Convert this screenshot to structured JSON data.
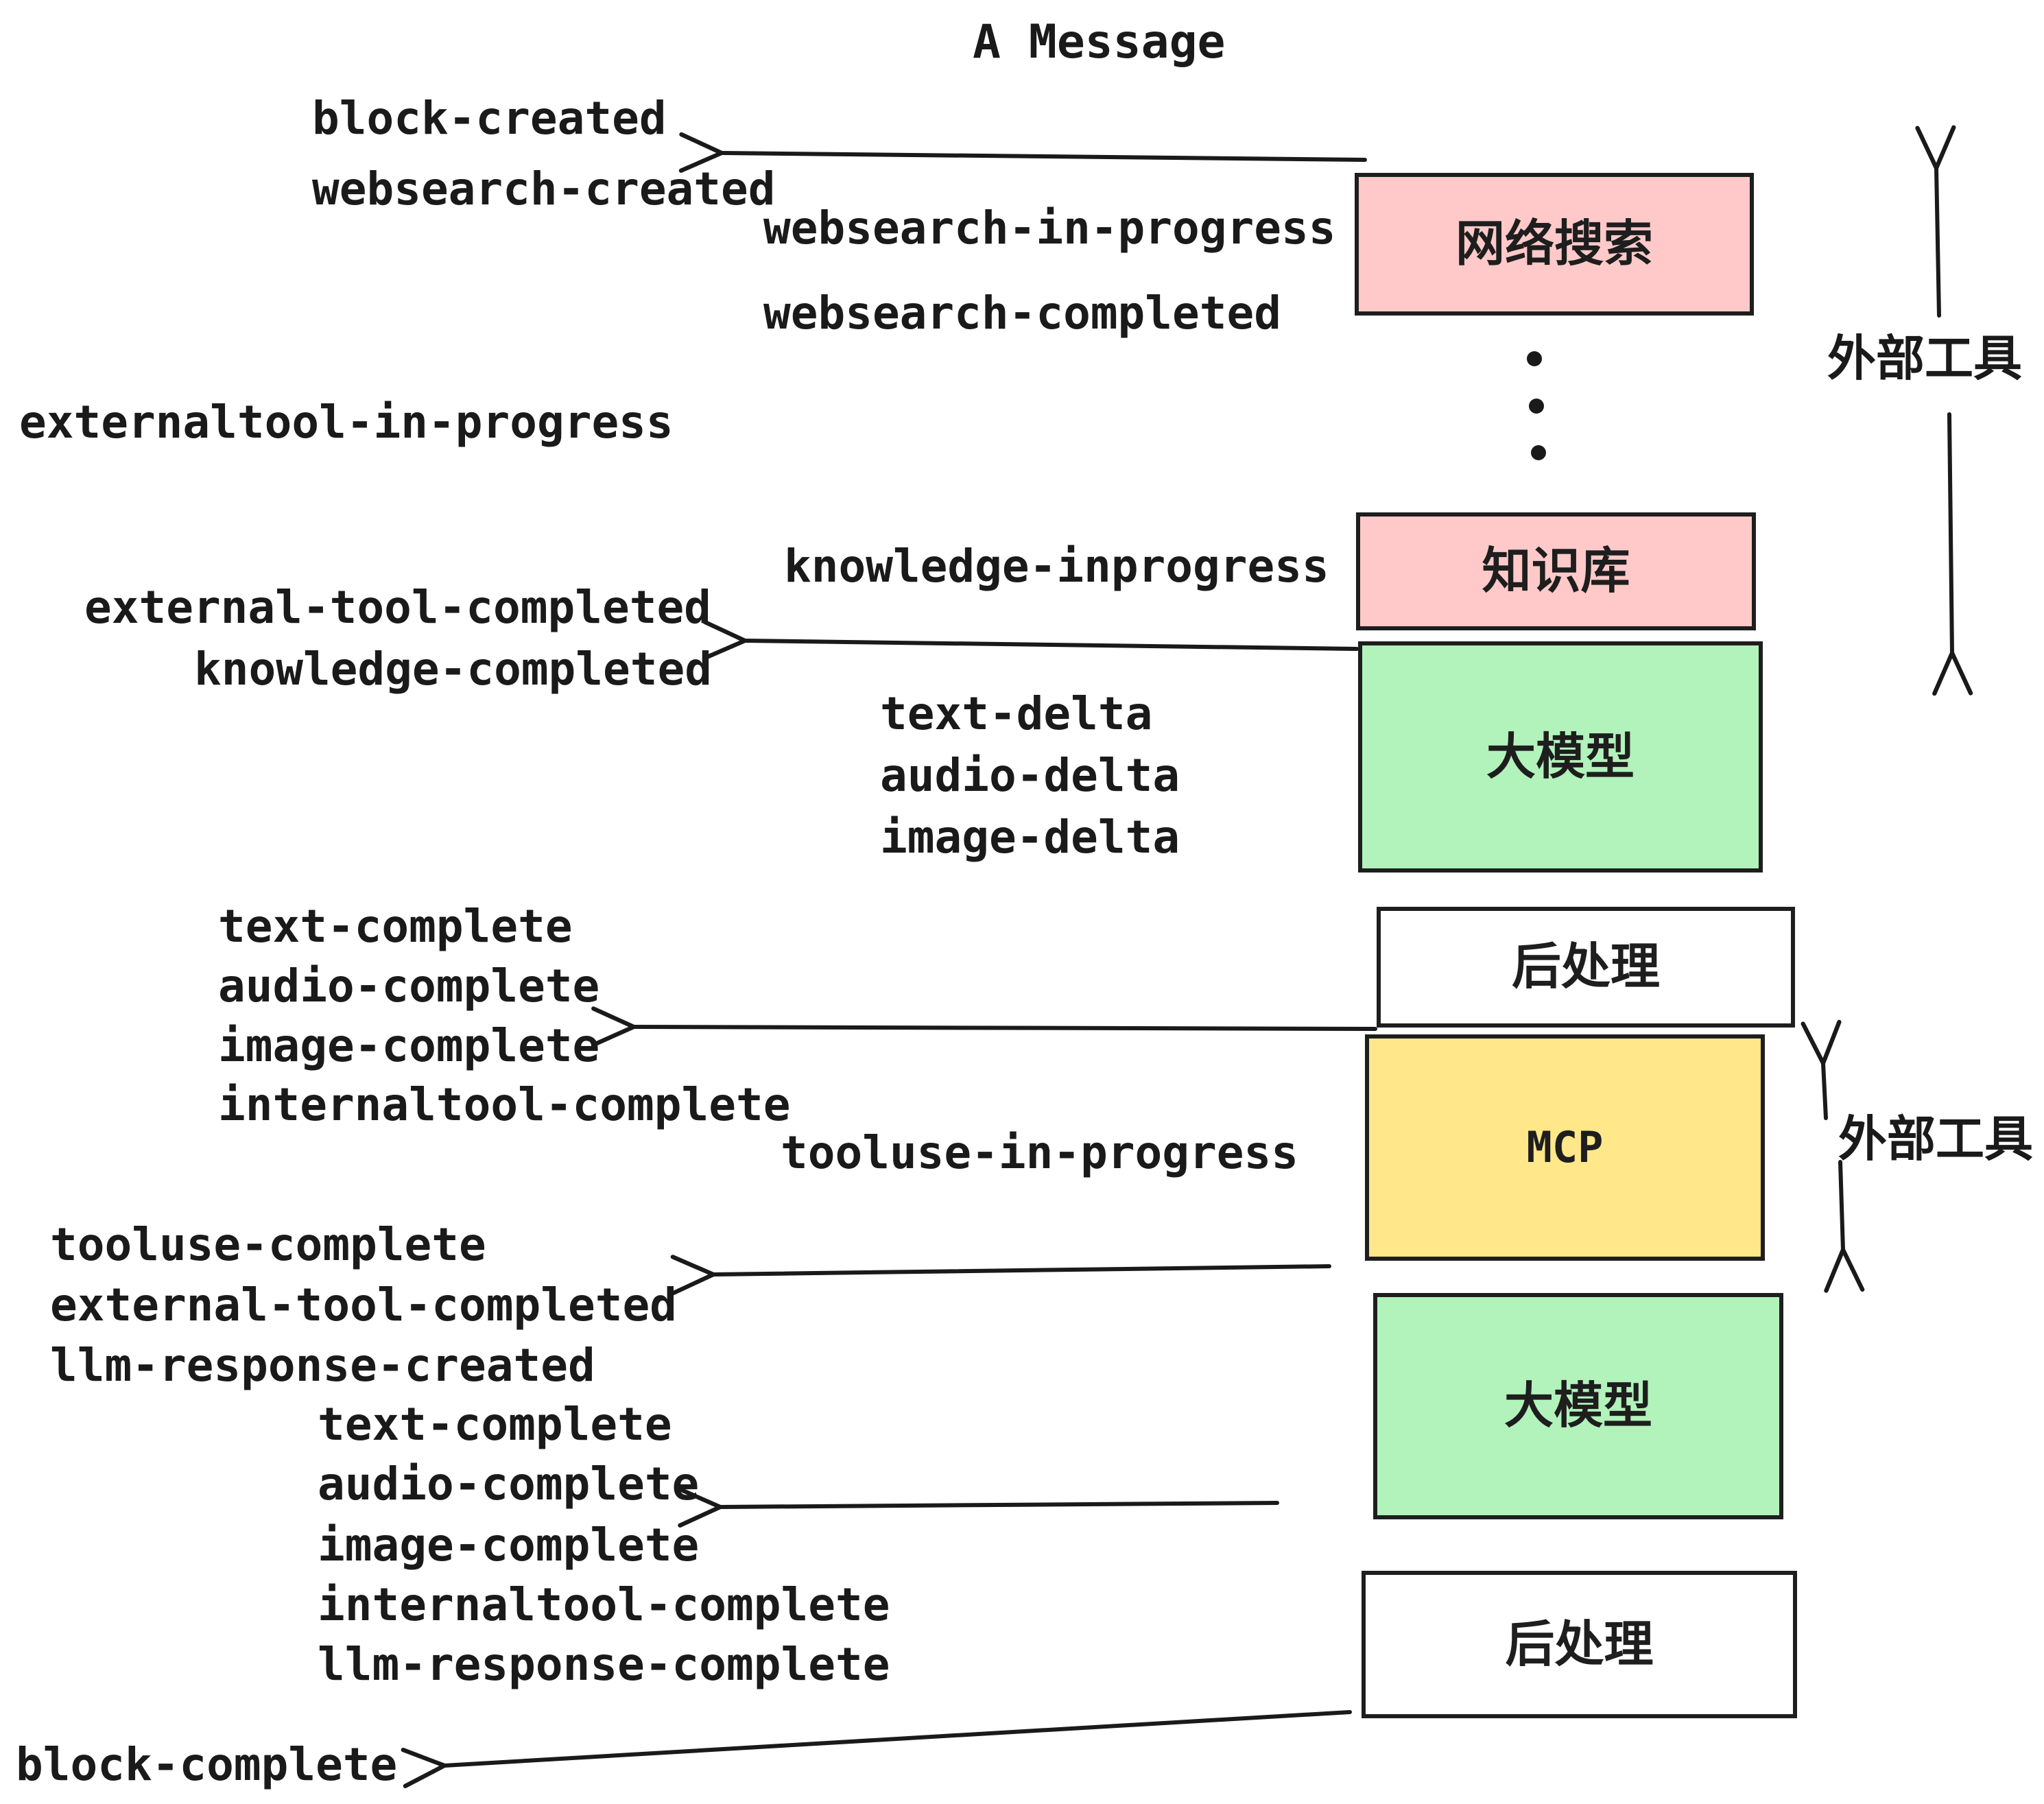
{
  "title": {
    "text": "A Message"
  },
  "colors": {
    "box_pink": "#FFC9C9",
    "box_green": "#B2F2BB",
    "box_yellow": "#FFE78A",
    "box_white": "#FFFFFF",
    "line": "#1a1a1a",
    "text": "#1a1a1a",
    "background": "#FFFFFF"
  },
  "boxes": {
    "websearch": {
      "label": "网络搜索"
    },
    "knowledge": {
      "label": "知识库"
    },
    "llm_top": {
      "label": "大模型"
    },
    "post_top": {
      "label": "后处理"
    },
    "mcp": {
      "label": "MCP"
    },
    "llm_bottom": {
      "label": "大模型"
    },
    "post_bottom": {
      "label": "后处理"
    }
  },
  "annotations": {
    "external_tools_top": {
      "label": "外部工具"
    },
    "external_tools_bottom": {
      "label": "外部工具"
    }
  },
  "events": [
    {
      "id": "block-created",
      "text": "block-created"
    },
    {
      "id": "websearch-created",
      "text": "websearch-created"
    },
    {
      "id": "websearch-in-progress",
      "text": "websearch-in-progress"
    },
    {
      "id": "websearch-completed",
      "text": "websearch-completed"
    },
    {
      "id": "externaltool-in-progress",
      "text": "externaltool-in-progress"
    },
    {
      "id": "knowledge-inprogress",
      "text": "knowledge-inprogress"
    },
    {
      "id": "external-tool-completed",
      "text": "external-tool-completed"
    },
    {
      "id": "knowledge-completed",
      "text": "knowledge-completed"
    },
    {
      "id": "text-delta-1",
      "text": "text-delta"
    },
    {
      "id": "audio-delta-1",
      "text": "audio-delta"
    },
    {
      "id": "image-delta-1",
      "text": "image-delta"
    },
    {
      "id": "text-complete-1",
      "text": "text-complete"
    },
    {
      "id": "audio-complete-1",
      "text": "audio-complete"
    },
    {
      "id": "image-complete-1",
      "text": "image-complete"
    },
    {
      "id": "internaltool-complete-1",
      "text": "internaltool-complete"
    },
    {
      "id": "tooluse-in-progress",
      "text": "tooluse-in-progress"
    },
    {
      "id": "tooluse-complete",
      "text": "tooluse-complete"
    },
    {
      "id": "external-tool-completed-2",
      "text": "external-tool-completed"
    },
    {
      "id": "llm-response-created",
      "text": "llm-response-created"
    },
    {
      "id": "text-complete-2",
      "text": "text-complete"
    },
    {
      "id": "audio-complete-2",
      "text": "audio-complete"
    },
    {
      "id": "image-complete-2",
      "text": "image-complete"
    },
    {
      "id": "internaltool-complete-2",
      "text": "internaltool-complete"
    },
    {
      "id": "llm-response-complete",
      "text": "llm-response-complete"
    },
    {
      "id": "block-complete",
      "text": "block-complete"
    }
  ]
}
